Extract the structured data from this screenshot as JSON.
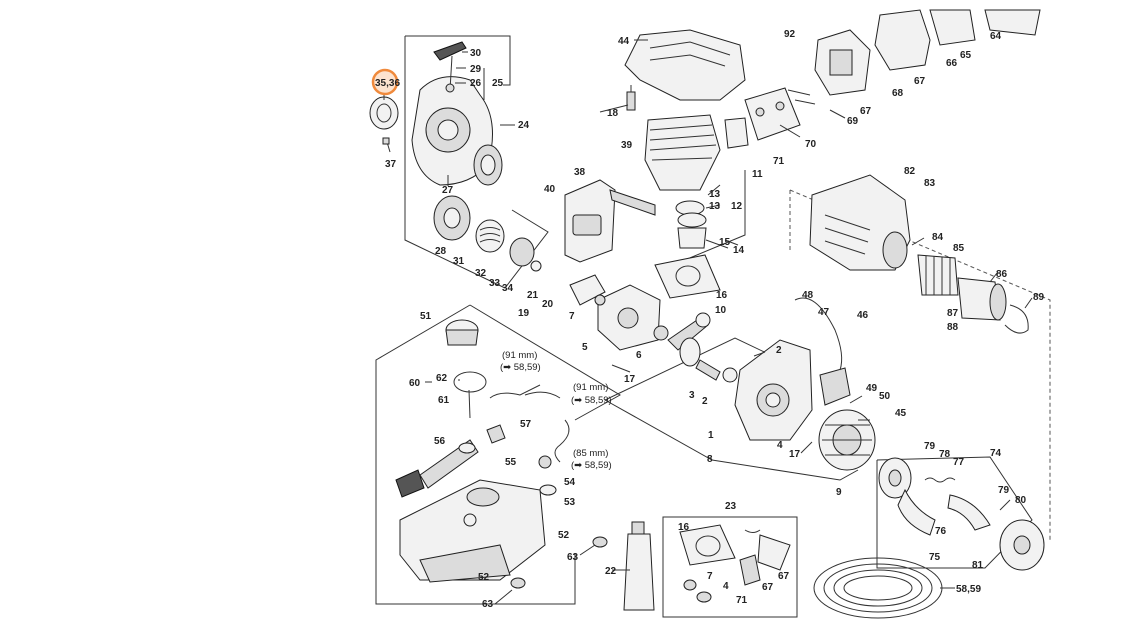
{
  "highlight": {
    "label": "35,36",
    "color": "#f08a3c"
  },
  "labels": {
    "n2a": "2",
    "n2b": "2",
    "n3": "3",
    "n4a": "4",
    "n4b": "4",
    "n5": "5",
    "n6": "6",
    "n7a": "7",
    "n7b": "7",
    "n8": "8",
    "n9": "9",
    "n10": "10",
    "n11": "11",
    "n12": "12",
    "n13a": "13",
    "n13b": "13",
    "n14": "14",
    "n15": "15",
    "n16a": "16",
    "n16b": "16",
    "n17a": "17",
    "n17b": "17",
    "n18": "18",
    "n19": "19",
    "n20": "20",
    "n21": "21",
    "n22": "22",
    "n23": "23",
    "n24": "24",
    "n25": "25",
    "n26": "26",
    "n27": "27",
    "n28": "28",
    "n29": "29",
    "n30": "30",
    "n31": "31",
    "n32": "32",
    "n33": "33",
    "n34": "34",
    "n37": "37",
    "n38": "38",
    "n39": "39",
    "n40": "40",
    "n44": "44",
    "n45": "45",
    "n46": "46",
    "n47": "47",
    "n48": "48",
    "n49": "49",
    "n50": "50",
    "n51": "51",
    "n52a": "52",
    "n52b": "52",
    "n53": "53",
    "n54": "54",
    "n55": "55",
    "n56": "56",
    "n57": "57",
    "n5859": "58,59",
    "n60": "60",
    "n61": "61",
    "n62": "62",
    "n63a": "63",
    "n63b": "63",
    "n64": "64",
    "n65": "65",
    "n66": "66",
    "n67a": "67",
    "n67b": "67",
    "n67c": "67",
    "n67d": "67",
    "n68": "68",
    "n69": "69",
    "n70": "70",
    "n71a": "71",
    "n71b": "71",
    "n74": "74",
    "n75": "75",
    "n76": "76",
    "n77": "77",
    "n78": "78",
    "n79a": "79",
    "n79b": "79",
    "n80": "80",
    "n81": "81",
    "n82": "82",
    "n83": "83",
    "n84": "84",
    "n85": "85",
    "n86": "86",
    "n87": "87",
    "n88": "88",
    "n89": "89",
    "n92": "92",
    "n1": "1"
  },
  "notes": {
    "hose1_len": "(91 mm)",
    "hose1_ref": "(➡ 58,59)",
    "hose2_len": "(91 mm)",
    "hose2_ref": "(➡ 58,59)",
    "hose3_len": "(85 mm)",
    "hose3_ref": "(➡ 58,59)"
  }
}
